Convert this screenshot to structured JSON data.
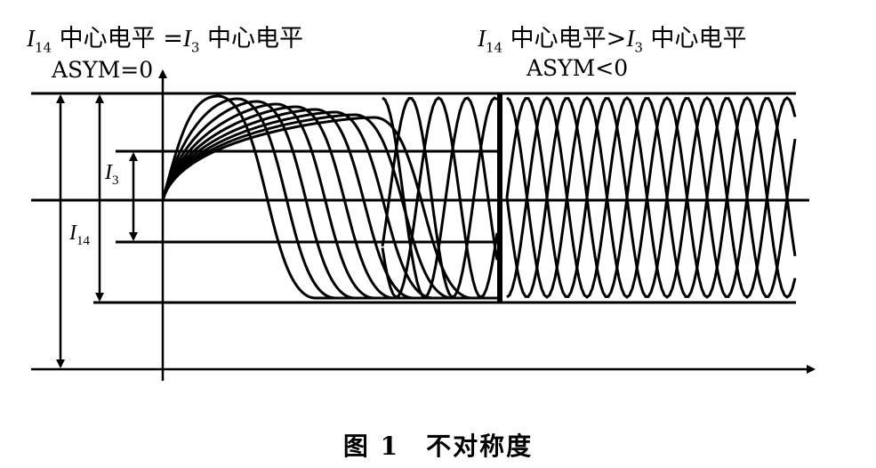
{
  "left_title": {
    "a": "I",
    "a_sub": "14",
    "mid": " 中心电平 =",
    "b": "I",
    "b_sub": "3",
    "end": " 中心电平"
  },
  "left_asym": "ASYM=0",
  "right_title": {
    "a": "I",
    "a_sub": "14",
    "mid": " 中心电平>",
    "b": "I",
    "b_sub": "3",
    "end": " 中心电平"
  },
  "right_asym": "ASYM<0",
  "label_i3": {
    "main": "I",
    "sub": "3"
  },
  "label_i14": {
    "main": "I",
    "sub": "14"
  },
  "caption": "图 1　不对称度"
}
